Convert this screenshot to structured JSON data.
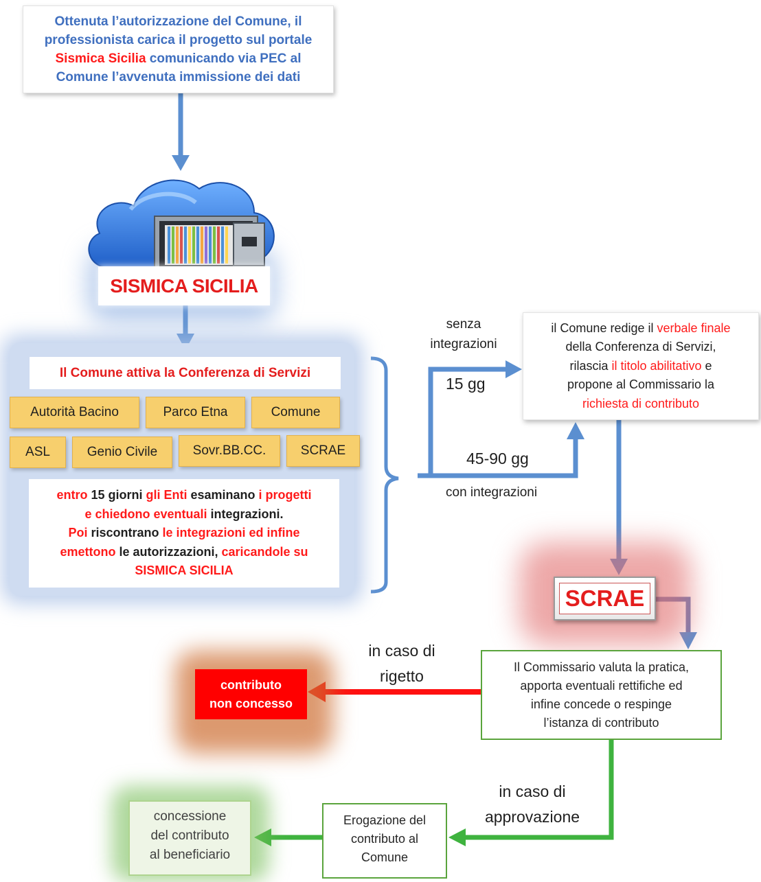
{
  "top_box": {
    "line1": "Ottenuta l’autorizzazione del Comune, il",
    "line2": "professionista carica il progetto sul portale",
    "line3_red": "Sismica Sicilia",
    "line3_rest": " comunicando via PEC al",
    "line4": "Comune l’avvenuta immissione dei dati"
  },
  "portal": {
    "label": "SISMICA SICILIA"
  },
  "conference": {
    "title": "Il Comune attiva la Conferenza di Servizi",
    "enti_row1": [
      "Autorità Bacino",
      "Parco Etna",
      "Comune"
    ],
    "enti_row2": [
      "ASL",
      "Genio Civile",
      "Sovr.BB.CC.",
      "SCRAE"
    ],
    "note": {
      "l1a": "entro ",
      "l1b": "15 giorni",
      "l1c": " gli Enti",
      "l1d": " esaminano ",
      "l1e": "i progetti",
      "l2a": "e chiedono eventuali",
      "l2b": " integrazioni.",
      "l3a": "Poi",
      "l3b": " riscontrano",
      "l3c": " le integrazioni ed infine",
      "l4a": "emettono",
      "l4b": " le autorizzazioni,",
      "l4c": " caricandole su",
      "l5": "SISMICA SICILIA"
    }
  },
  "branches": {
    "senza_1": "senza",
    "senza_2": "integrazioni",
    "days_short": "15 gg",
    "days_long": "45-90 gg",
    "con": "con integrazioni"
  },
  "verbale_box": {
    "l1a": "il Comune redige il ",
    "l1b": "verbale finale",
    "l2": "della Conferenza di Servizi,",
    "l3a": "rilascia ",
    "l3b": "il titolo abilitativo",
    "l3c": "  e",
    "l4": "propone al Commissario la",
    "l5": "richiesta di contributo"
  },
  "scrae": {
    "label": "SCRAE"
  },
  "commissario": {
    "l1": "Il Commissario valuta la pratica,",
    "l2": "apporta eventuali rettifiche ed",
    "l3": "infine concede o respinge",
    "l4": "l’istanza di contributo"
  },
  "rejection": {
    "label_1": "in caso di",
    "label_2": "rigetto",
    "box_1": "contributo",
    "box_2": "non concesso"
  },
  "approval": {
    "label_1": "in caso di",
    "label_2": "approvazione"
  },
  "erogazione": {
    "l1": "Erogazione del",
    "l2": "contributo al",
    "l3": "Comune"
  },
  "concessione": {
    "l1": "concessione",
    "l2": "del contributo",
    "l3": "al beneficiario"
  },
  "colors": {
    "blue_arrow": "#5b8fd0",
    "red_text": "#e41d1d",
    "green_arrow": "#3fb33f",
    "ente_fill": "#f7cf6d"
  }
}
